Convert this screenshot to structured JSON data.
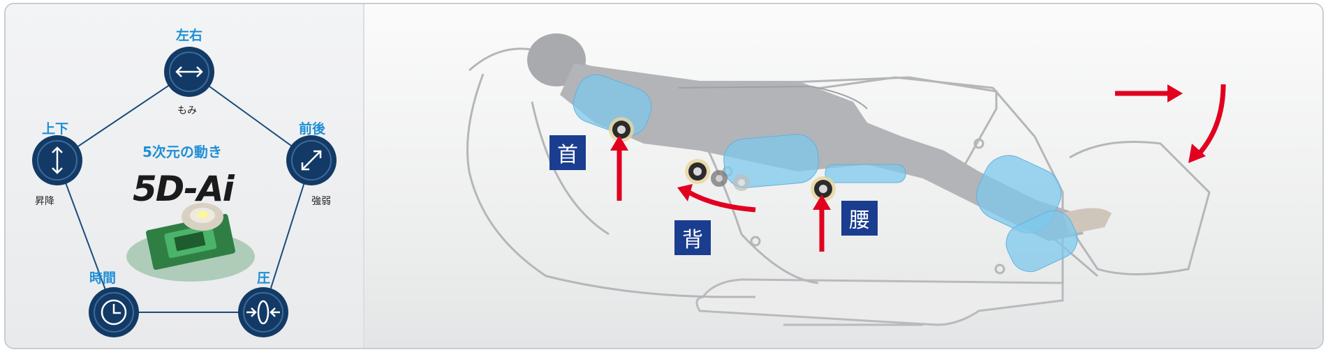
{
  "pentagon": {
    "tagline": "5次元の動き",
    "brand": "5D-Ai",
    "nodes": [
      {
        "label": "左右",
        "sub": "もみ",
        "icon": "left-right-arrow-icon"
      },
      {
        "label": "前後",
        "sub": "強弱",
        "icon": "diagonal-arrow-icon"
      },
      {
        "label": "圧",
        "sub": "",
        "icon": "pressure-icon"
      },
      {
        "label": "時間",
        "sub": "",
        "icon": "clock-icon"
      },
      {
        "label": "上下",
        "sub": "昇降",
        "icon": "up-down-arrow-icon"
      }
    ]
  },
  "chair": {
    "tags": {
      "neck": "首",
      "back": "背",
      "waist": "腰"
    }
  },
  "colors": {
    "node_fill": "#133a66",
    "label_blue": "#1f8fd6",
    "tag_fill": "#1a3d8f",
    "arrow_red": "#e1001f",
    "airbag_blue": "#7ec8ec"
  }
}
